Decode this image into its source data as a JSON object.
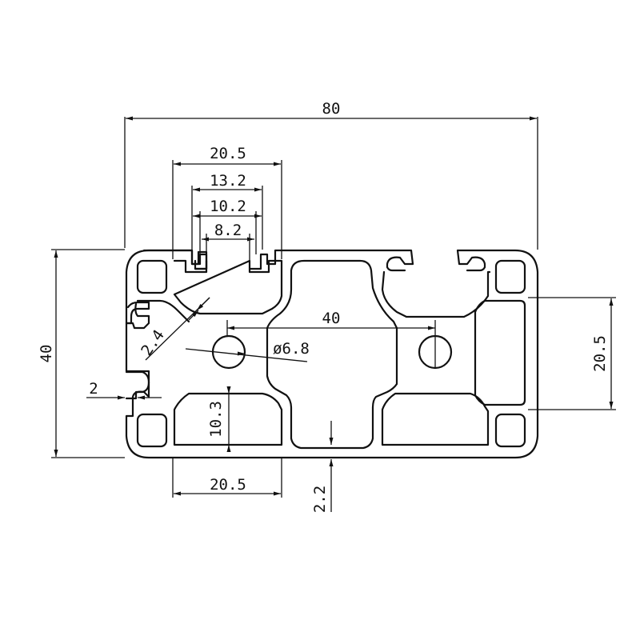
{
  "drawing": {
    "colors": {
      "line": "#111111",
      "background": "#ffffff"
    },
    "dimensions": {
      "overall_width": "80",
      "overall_height": "40",
      "slot_outer_width": "20.5",
      "slot_inner_width": "13.2",
      "slot_lip_width": "10.2",
      "slot_opening": "8.2",
      "wall_angle": "2.4",
      "wall_thickness": "2",
      "center_distance": "40",
      "hole_diameter": "ø6.8",
      "cavity_height": "10.3",
      "bottom_cavity_width": "20.5",
      "bottom_wall": "2.2",
      "right_height": "20.5"
    }
  }
}
